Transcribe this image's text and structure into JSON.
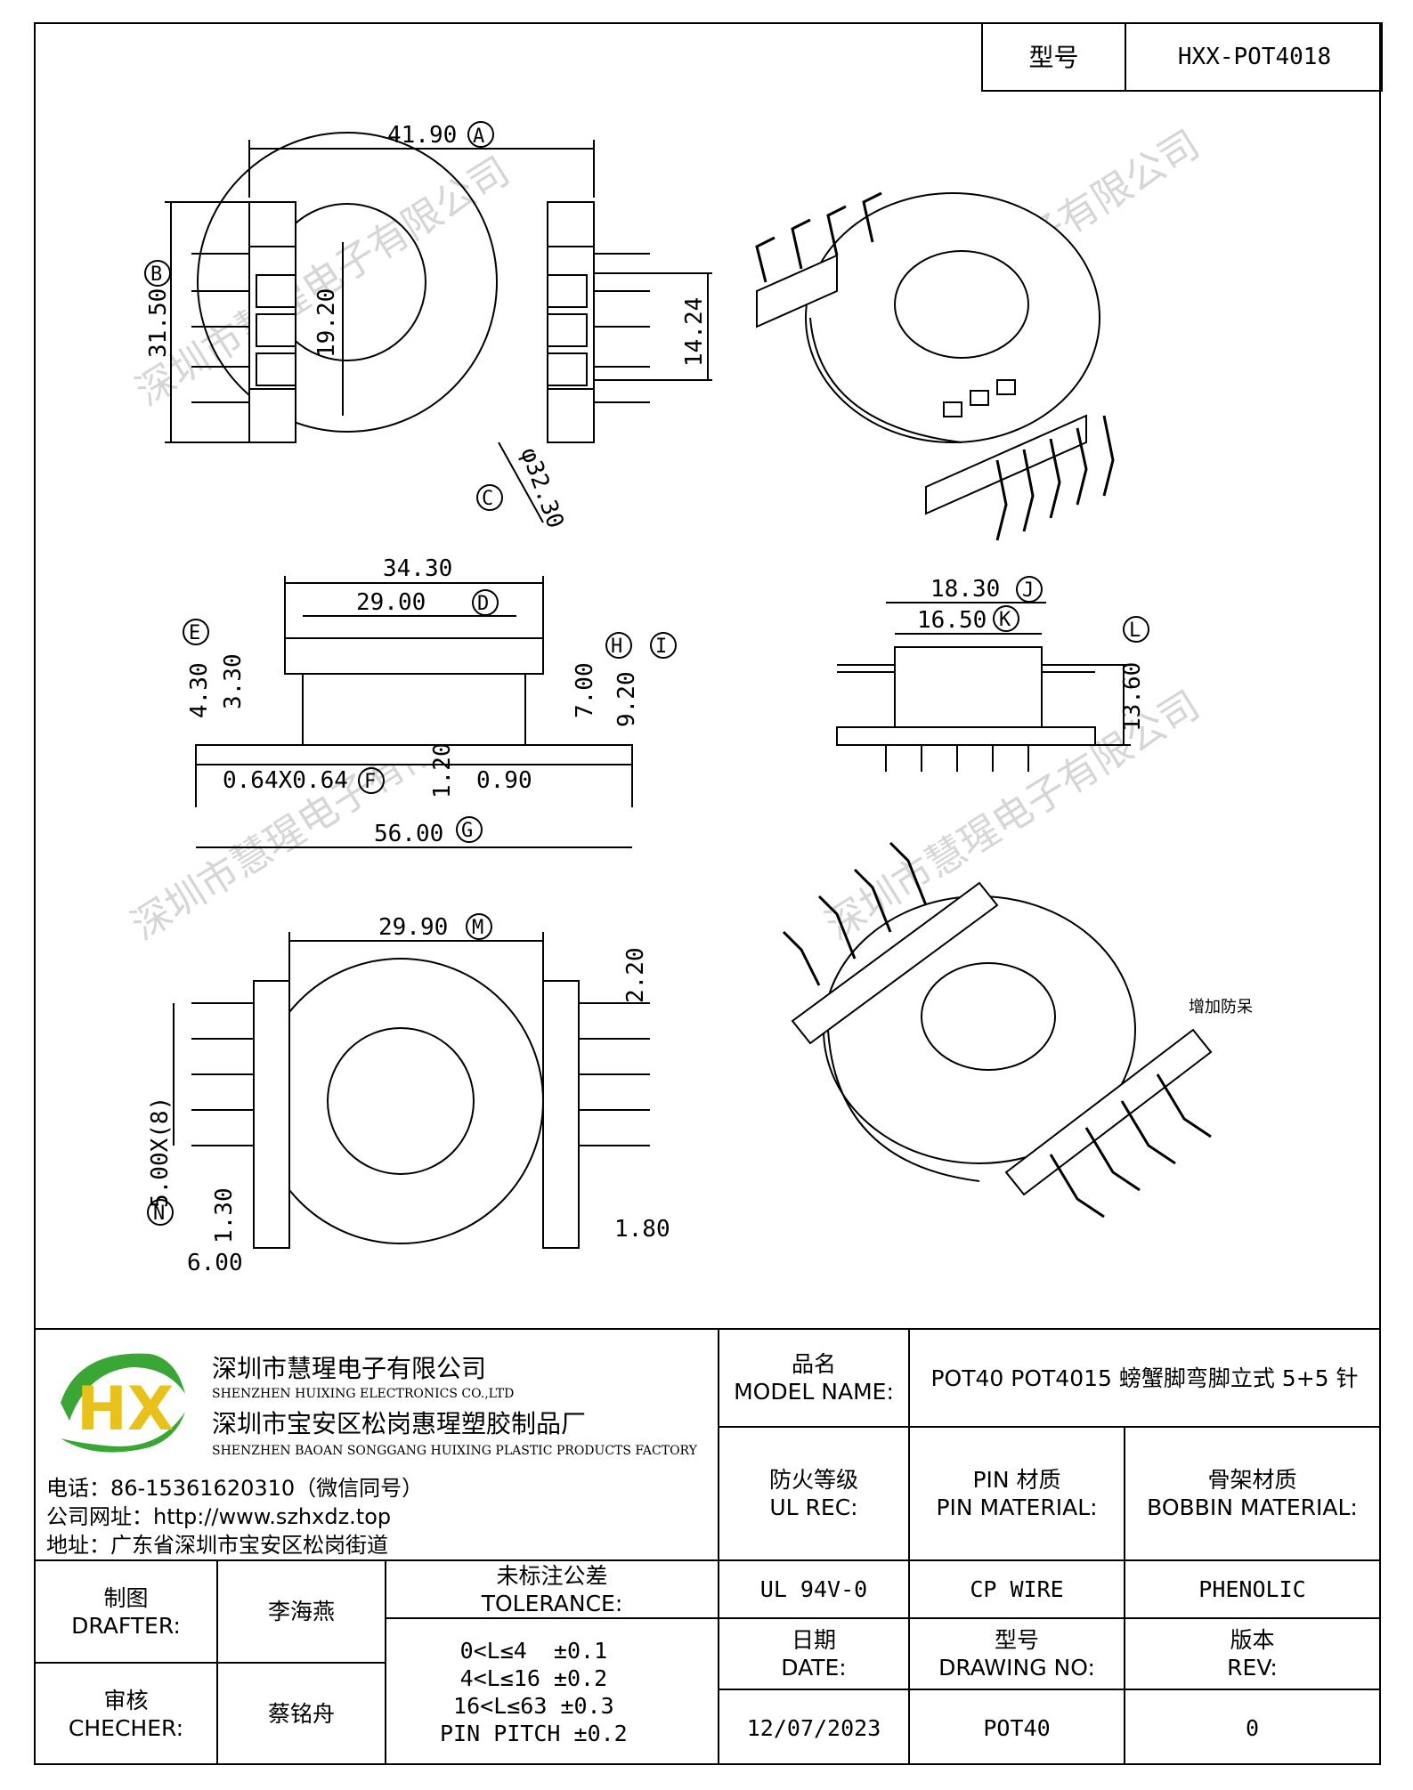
{
  "header": {
    "model_label": "型号",
    "model_value": "HXX-POT4018"
  },
  "dims": {
    "A": "41.90",
    "A_tag": "A",
    "B": "31.50",
    "B_tag": "B",
    "d1920": "19.20",
    "d1424": "14.24",
    "C": "φ32.30",
    "C_tag": "C",
    "E_dim": "34.30",
    "D": "29.00",
    "D_tag": "D",
    "E": "4.30",
    "E_tag": "E",
    "d330": "3.30",
    "d700": "7.00",
    "H_tag": "H",
    "I": "9.20",
    "I_tag": "I",
    "F": "0.64X0.64",
    "F_tag": "F",
    "d120": "1.20",
    "d090": "0.90",
    "G": "56.00",
    "G_tag": "G",
    "J": "18.30",
    "J_tag": "J",
    "K": "16.50",
    "K_tag": "K",
    "L": "13.60",
    "L_tag": "L",
    "M": "29.90",
    "M_tag": "M",
    "d220": "2.20",
    "N": "5.00X(8)",
    "N_tag": "N",
    "d130": "1.30",
    "d600": "6.00",
    "d180": "1.80",
    "note": "增加防呆"
  },
  "watermark": "深圳市慧瑆电子有限公司",
  "company": {
    "logo_text": "HX",
    "name_cn": "深圳市慧瑆电子有限公司",
    "name_en": "SHENZHEN HUIXING ELECTRONICS CO.,LTD",
    "factory_cn": "深圳市宝安区松岗惠瑆塑胶制品厂",
    "factory_en": "SHENZHEN BAOAN SONGGANG HUIXING PLASTIC PRODUCTS FACTORY",
    "phone": "电话：86-15361620310（微信同号）",
    "website": "公司网址：http://www.szhxdz.top",
    "address": "地址：广东省深圳市宝安区松岗街道"
  },
  "title_block": {
    "model_name_label": "品名\nMODEL NAME:",
    "model_name_value": "POT40 POT4015 螃蟹脚弯脚立式 5+5 针",
    "ul_label": "防火等级\nUL REC:",
    "pin_label": "PIN 材质\nPIN MATERIAL:",
    "bobbin_label": "骨架材质\nBOBBIN MATERIAL:",
    "ul_value": "UL 94V-0",
    "pin_value": "CP WIRE",
    "bobbin_value": "PHENOLIC",
    "drafter_label": "制图\nDRAFTER:",
    "drafter_value": "李海燕",
    "checker_label": "审核\nCHECHER:",
    "checker_value": "蔡铭舟",
    "tolerance_label": "未标注公差\nTOLERANCE:",
    "tolerance_lines": "0<L≤4  ±0.1\n4<L≤16 ±0.2\n16<L≤63 ±0.3\nPIN PITCH ±0.2",
    "date_label": "日期\nDATE:",
    "drawing_no_label": "型号\nDRAWING NO:",
    "rev_label": "版本\nREV:",
    "date_value": "12/07/2023",
    "drawing_no_value": "POT40",
    "rev_value": "0"
  },
  "colors": {
    "logo_green": "#3aa635",
    "logo_yellow": "#e8c21a",
    "line": "#000000",
    "watermark": "#d9d9d9"
  }
}
